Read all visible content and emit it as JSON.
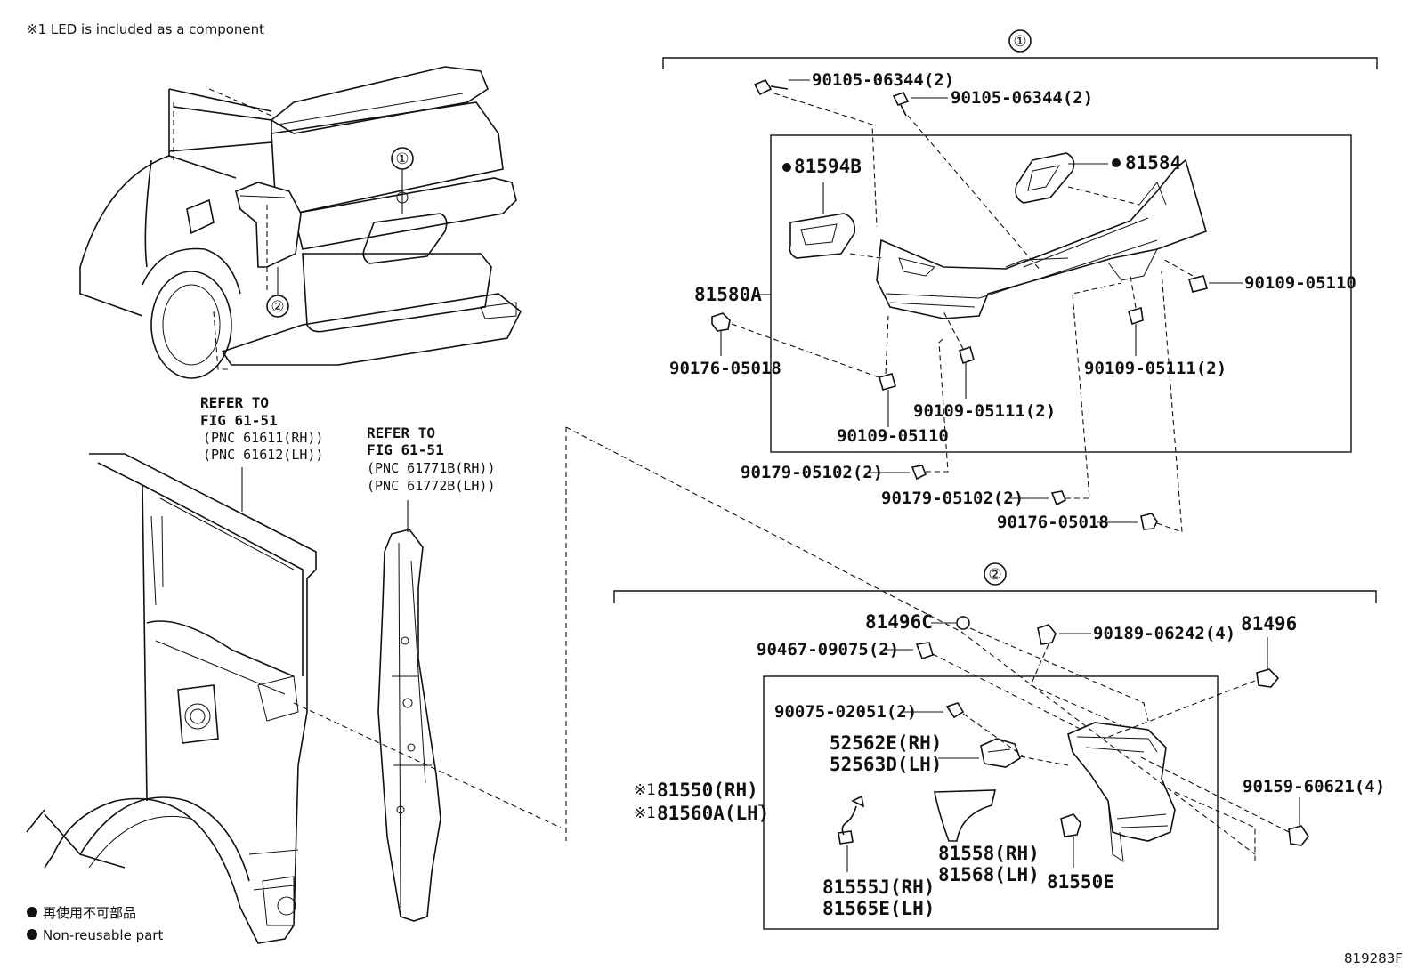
{
  "notes": {
    "led_note": "※1 LED is included as a component",
    "legend_jp": "再使用不可部品",
    "legend_en": "Non-reusable part",
    "figure_code": "819283F"
  },
  "callouts": {
    "group1": "①",
    "group2": "②",
    "car_1": "①",
    "car_2": "②"
  },
  "refs": {
    "ref_a": {
      "line1": "REFER TO",
      "line2": "FIG 61-51",
      "line3": "(PNC 61611(RH))",
      "line4": "(PNC 61612(LH))"
    },
    "ref_b": {
      "line1": "REFER TO",
      "line2": "FIG 61-51",
      "line3": "(PNC 61771B(RH))",
      "line4": "(PNC 61772B(LH))"
    }
  },
  "group1_parts": {
    "p1": "90105-06344(2)",
    "p2": "90105-06344(2)",
    "p3": "81594B",
    "p4": "81584",
    "p5": "81580A",
    "p6": "90109-05110",
    "p7": "90176-05018",
    "p8": "90109-05111(2)",
    "p9": "90109-05111(2)",
    "p10": "90109-05110",
    "p11": "90179-05102(2)",
    "p12": "90179-05102(2)",
    "p13": "90176-05018"
  },
  "group2_parts": {
    "q1": "81496C",
    "q2": "90189-06242(4)",
    "q3": "81496",
    "q4": "90467-09075(2)",
    "q5": "90075-02051(2)",
    "q6": "52562E(RH)",
    "q7": "52563D(LH)",
    "q8": "81550(RH)",
    "q9": "81560A(LH)",
    "q8_mark": "※1",
    "q9_mark": "※1",
    "q10": "90159-60621(4)",
    "q11": "81558(RH)",
    "q12": "81568(LH)",
    "q13": "81555J(RH)",
    "q14": "81565E(LH)",
    "q15": "81550E"
  }
}
